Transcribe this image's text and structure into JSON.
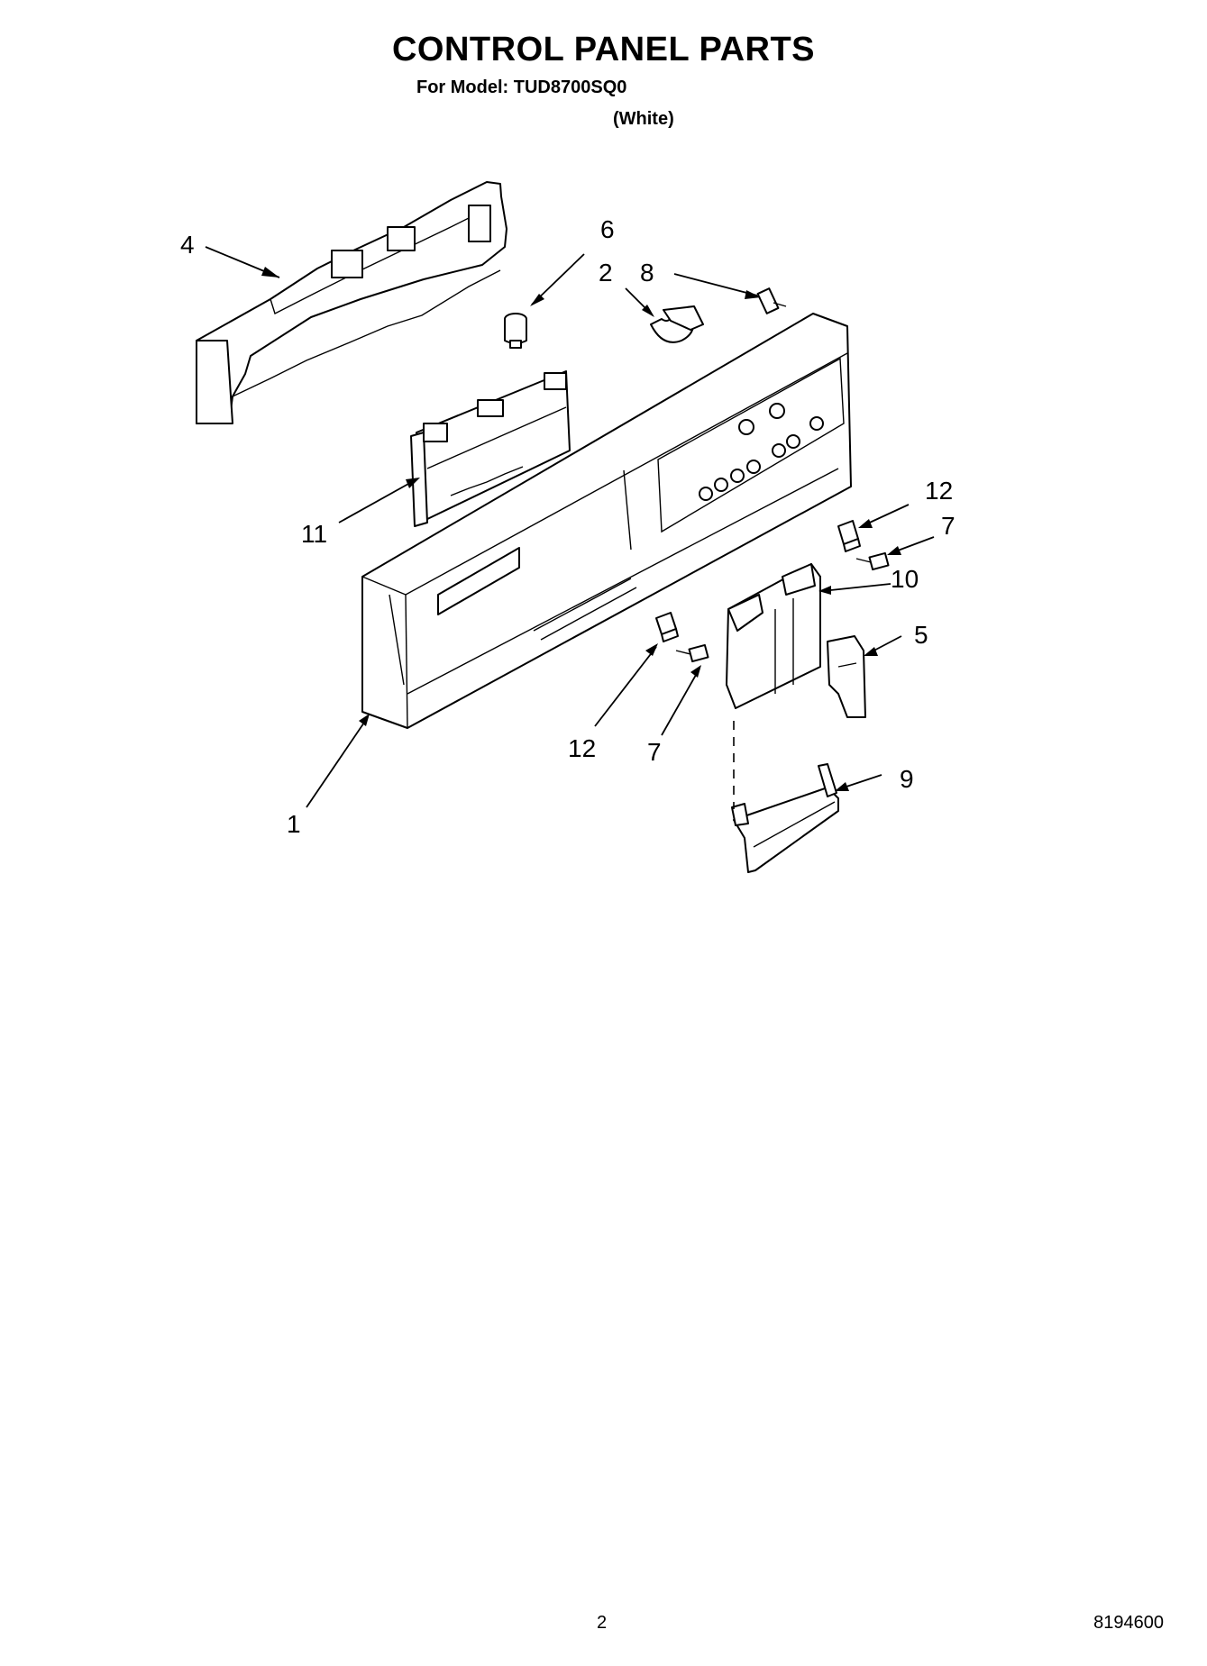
{
  "header": {
    "title": "CONTROL PANEL PARTS",
    "model_line": "For Model: TUD8700SQ0",
    "color_line": "(White)"
  },
  "callouts": [
    {
      "id": "c1",
      "label": "1"
    },
    {
      "id": "c2",
      "label": "2"
    },
    {
      "id": "c4",
      "label": "4"
    },
    {
      "id": "c5",
      "label": "5"
    },
    {
      "id": "c6",
      "label": "6"
    },
    {
      "id": "c7a",
      "label": "7"
    },
    {
      "id": "c7b",
      "label": "7"
    },
    {
      "id": "c8",
      "label": "8"
    },
    {
      "id": "c9",
      "label": "9"
    },
    {
      "id": "c10",
      "label": "10"
    },
    {
      "id": "c11",
      "label": "11"
    },
    {
      "id": "c12a",
      "label": "12"
    },
    {
      "id": "c12b",
      "label": "12"
    }
  ],
  "footer": {
    "page_number": "2",
    "document_number": "8194600"
  }
}
